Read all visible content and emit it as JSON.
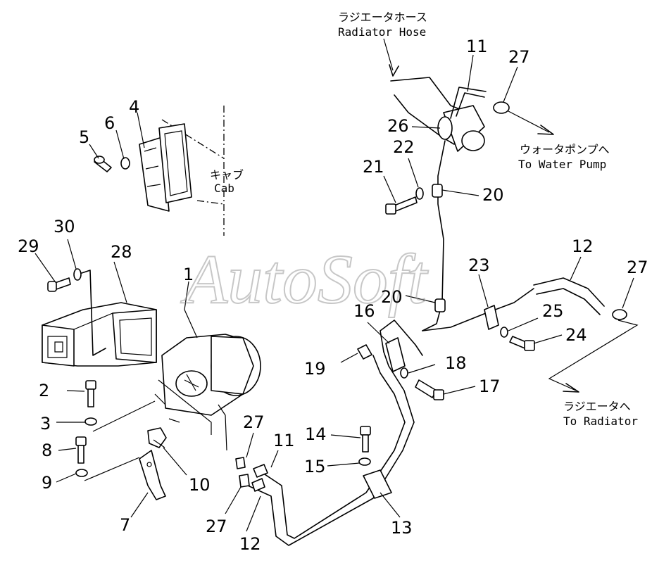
{
  "watermark": "AutoSoft",
  "labels": {
    "radiator_hose_jp": "ラジエータホース",
    "radiator_hose_en": "Radiator Hose",
    "water_pump_jp": "ウォータポンプへ",
    "water_pump_en": "To Water Pump",
    "cab_jp": "キャブ",
    "cab_en": "Cab",
    "radiator_jp": "ラジエータへ",
    "radiator_en": "To Radiator"
  },
  "callouts": {
    "n1": "1",
    "n2": "2",
    "n3": "3",
    "n4": "4",
    "n5": "5",
    "n6": "6",
    "n7": "7",
    "n8": "8",
    "n9": "9",
    "n10": "10",
    "n11a": "11",
    "n11b": "11",
    "n12a": "12",
    "n12b": "12",
    "n13": "13",
    "n14": "14",
    "n15": "15",
    "n16": "16",
    "n17": "17",
    "n18": "18",
    "n19": "19",
    "n20a": "20",
    "n20b": "20",
    "n21": "21",
    "n22": "22",
    "n23": "23",
    "n24": "24",
    "n25": "25",
    "n26": "26",
    "n27a": "27",
    "n27b": "27",
    "n27c": "27",
    "n27d": "27",
    "n28": "28",
    "n29": "29",
    "n30": "30"
  }
}
